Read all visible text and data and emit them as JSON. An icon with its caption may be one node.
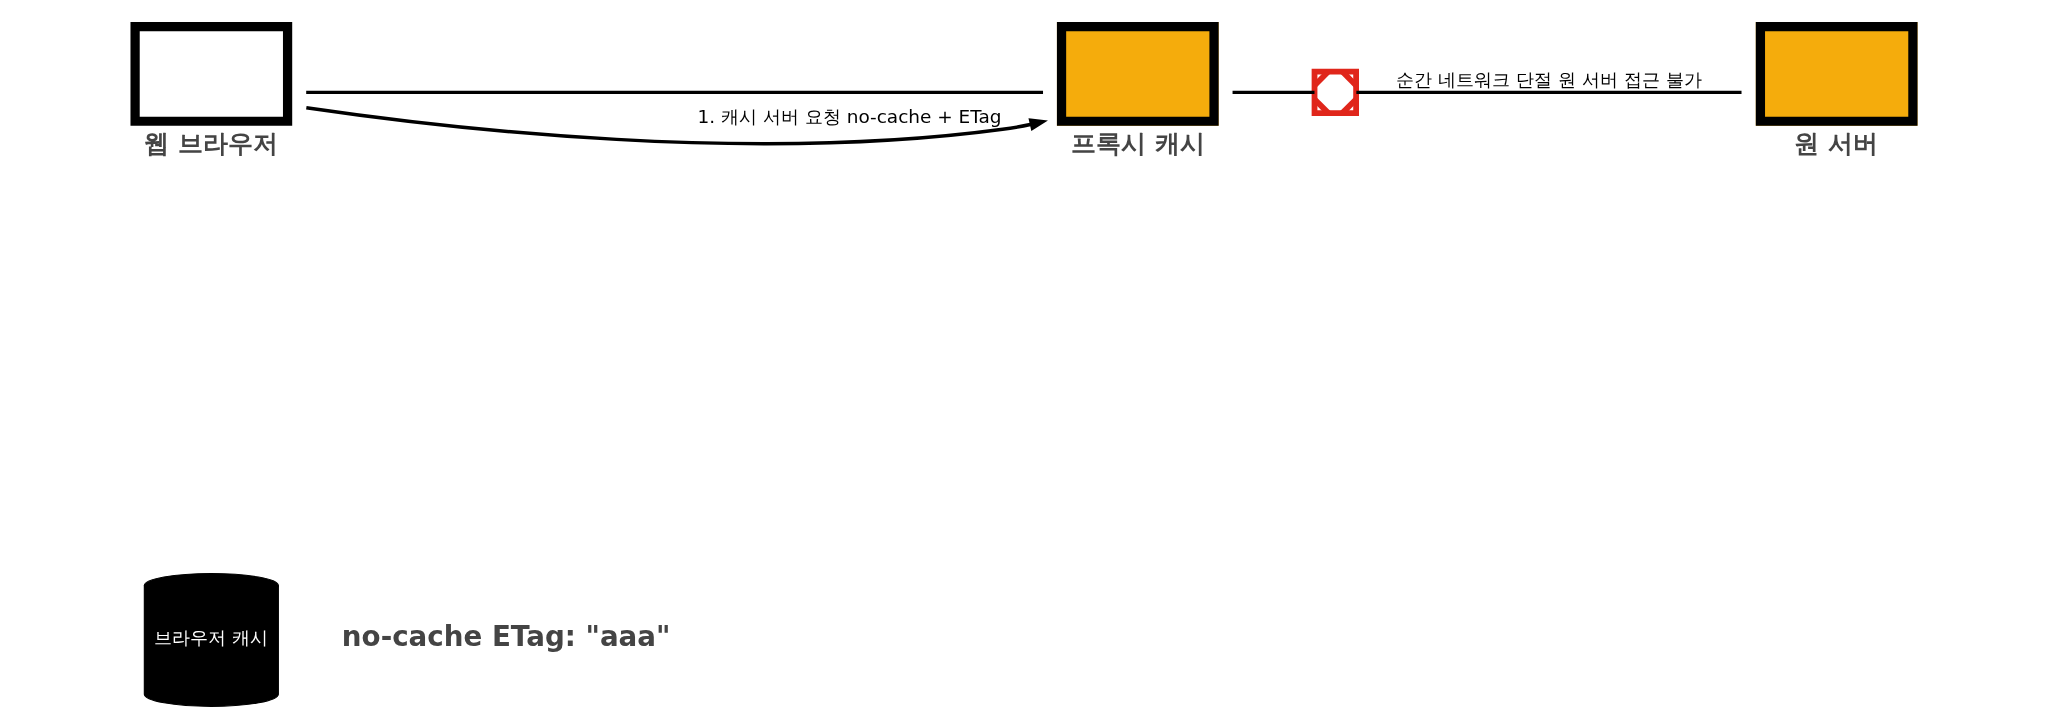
{
  "diagram": {
    "nodes": [
      {
        "text": [
          "웹 브라우저"
        ]
      },
      {
        "text": [
          "프록시 캐시"
        ]
      },
      {
        "text": [
          "원 서버"
        ]
      },
      {
        "text": [
          "브라우저 캐시"
        ],
        "beside": [
          "no-cache ETag: \"aaa\""
        ]
      },
      {
        "text": [],
        "shape": "cross"
      }
    ],
    "edges": [
      {
        "from": 0,
        "to": 1,
        "arrow": "none"
      },
      {
        "from": 0,
        "to": 1,
        "arrow": "to",
        "label": "1. 캐시 서버 요청 no-cache + ETag"
      },
      {
        "from": 1,
        "to": 4,
        "arrow": "none"
      },
      {
        "from": 4,
        "to": 2,
        "arrow": "none",
        "label": "순간 네트워크 단절 원 서버 접근 불가"
      }
    ]
  }
}
